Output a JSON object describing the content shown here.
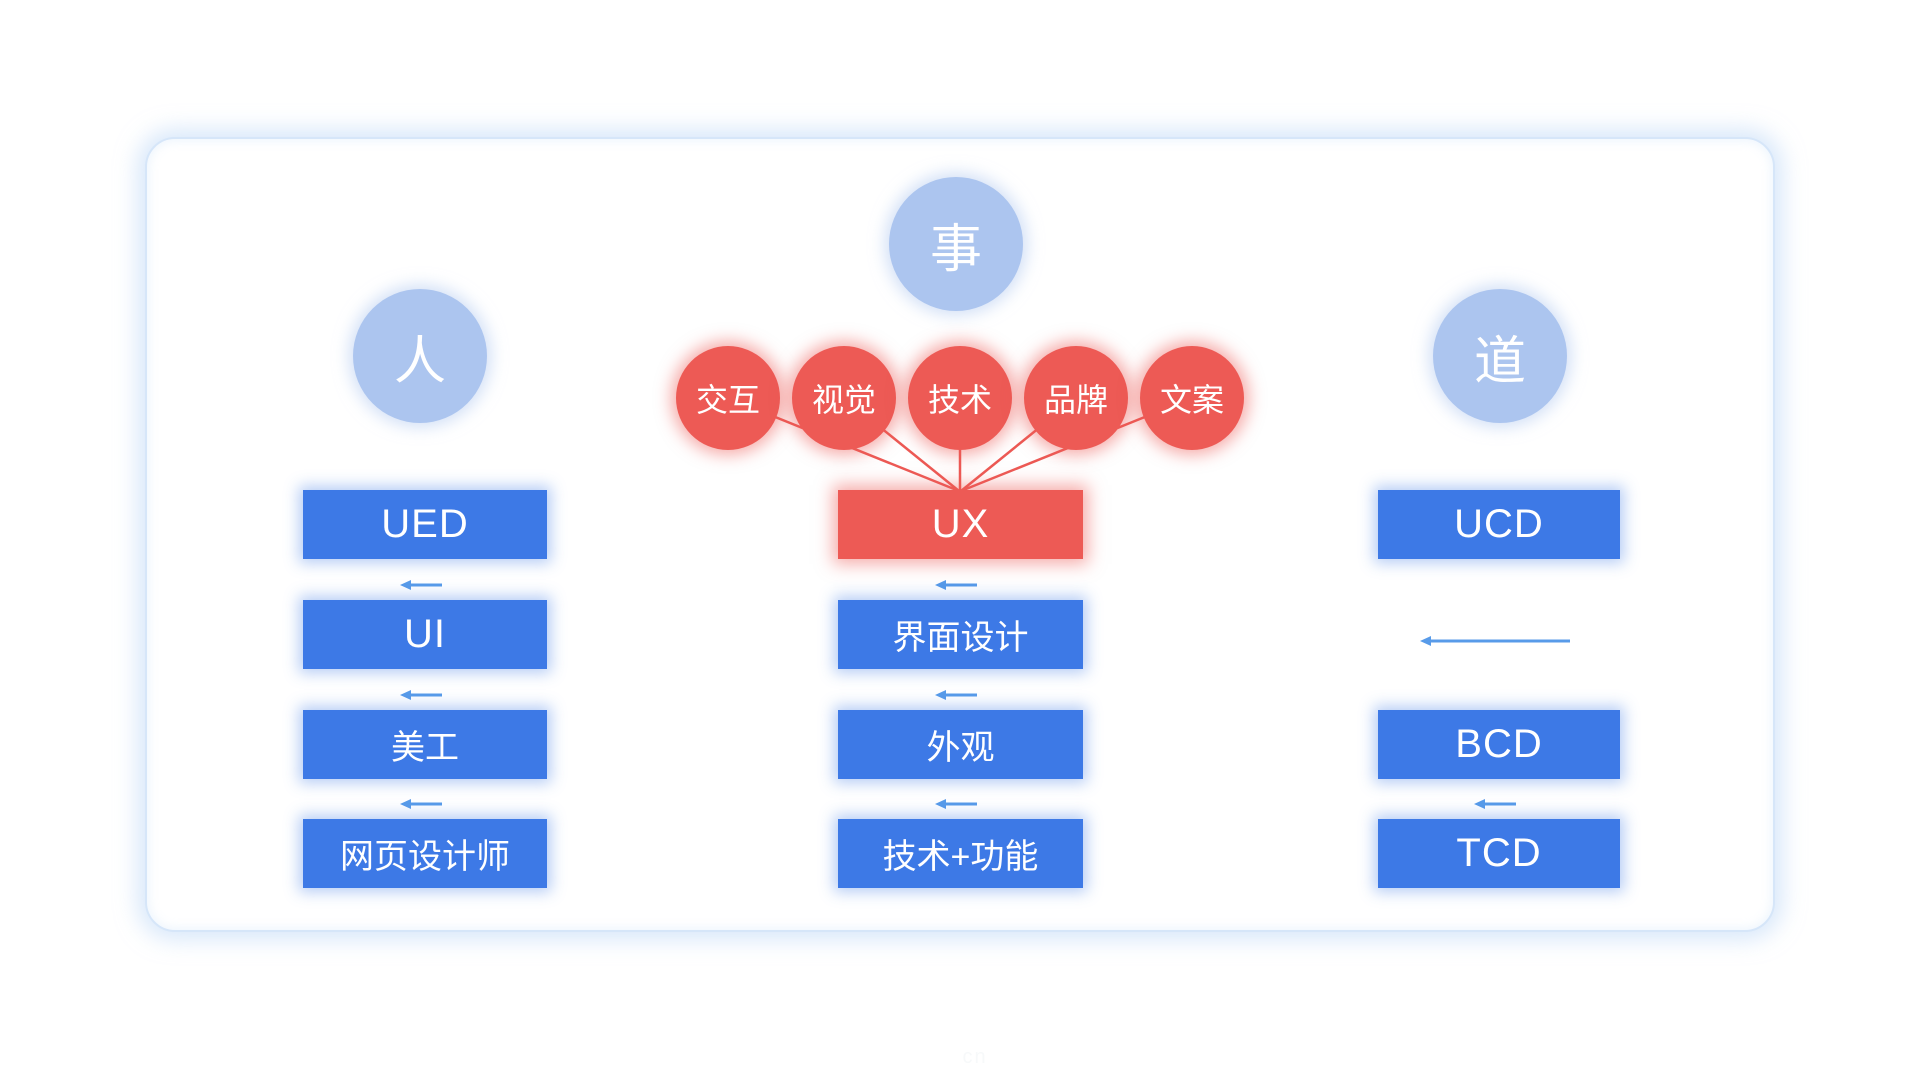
{
  "diagram": {
    "title_meaning": "UX concepts diagram",
    "columns": [
      {
        "id": "people",
        "circle_label": "人",
        "boxes": [
          "UED",
          "UI",
          "美工",
          "网页设计师"
        ]
      },
      {
        "id": "things",
        "circle_label": "事",
        "bubbles": [
          "交互",
          "视觉",
          "技术",
          "品牌",
          "文案"
        ],
        "boxes": [
          "UX",
          "界面设计",
          "外观",
          "技术+功能"
        ]
      },
      {
        "id": "way",
        "circle_label": "道",
        "boxes": [
          "UCD",
          "BCD",
          "TCD"
        ]
      }
    ]
  },
  "colors": {
    "node_blue": "#3d79e6",
    "node_red": "#ed5a55",
    "concept_circle_blue": "#acc5ef",
    "arrow_blue": "#589be9",
    "red_line": "#ed5a55",
    "card_border": "#d6e6f9",
    "text": "#ffffff"
  },
  "watermark": {
    "text": "cn"
  }
}
